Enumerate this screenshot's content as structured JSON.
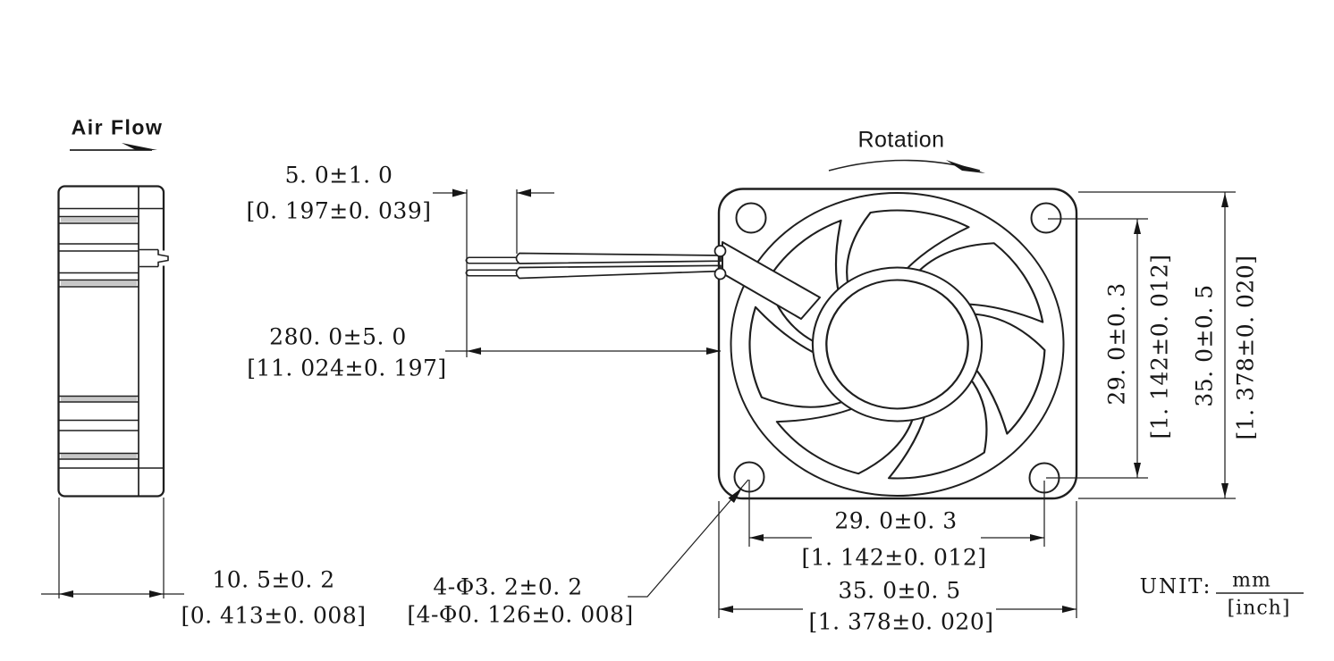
{
  "labels": {
    "air_flow": "Air Flow",
    "rotation": "Rotation",
    "unit": "UNIT:",
    "unit_mm": "mm",
    "unit_inch": "[inch]"
  },
  "dimensions": {
    "wire_strip": {
      "mm": "5. 0±1. 0",
      "inch": "[0. 197±0. 039]"
    },
    "wire_length": {
      "mm": "280. 0±5. 0",
      "inch": "[11. 024±0. 197]"
    },
    "hole_pitch_vertical": {
      "mm": "29. 0±0. 3",
      "inch": "[1. 142±0. 012]"
    },
    "frame_size_vertical": {
      "mm": "35. 0±0. 5",
      "inch": "[1. 378±0. 020]"
    },
    "hole_pitch_horizontal": {
      "mm": "29. 0±0. 3",
      "inch": "[1. 142±0. 012]"
    },
    "frame_size_horizontal": {
      "mm": "35. 0±0. 5",
      "inch": "[1. 378±0. 020]"
    },
    "thickness": {
      "mm": "10. 5±0. 2",
      "inch": "[0. 413±0. 008]"
    },
    "mounting_holes": {
      "mm": "4-Φ3. 2±0. 2",
      "inch": "[4-Φ0. 126±0. 008]"
    }
  },
  "drawing": {
    "blade_count": 7,
    "line_color": "#1f1f1f",
    "text_color": "#161616",
    "background": "#ffffff"
  }
}
